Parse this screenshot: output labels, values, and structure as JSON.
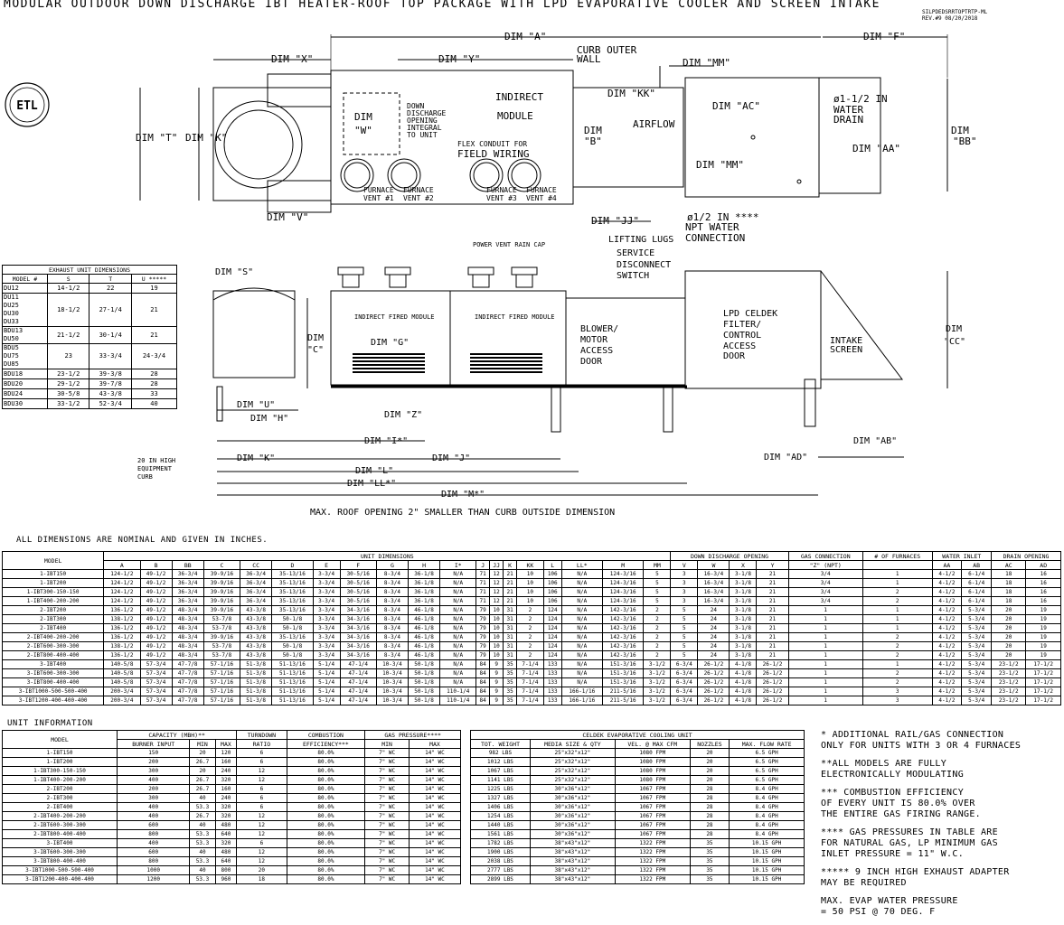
{
  "title": "MODULAR OUTDOOR DOWN DISCHARGE IBT HEATER-ROOF TOP PACKAGE WITH LPD EVAPORATIVE COOLER AND SCREEN INTAKE",
  "rev": {
    "code": "SILPDEDSRRTOPTRTP-ML",
    "rev": "REV.#9  08/20/2018"
  },
  "logo_text": "ETL",
  "top_view": {
    "labels": [
      "DIM \"A\"",
      "DIM \"F\"",
      "DIM \"X\"",
      "DIM \"Y\"",
      "CURB OUTER",
      "WALL",
      "DIM \"MM\"",
      "INDIRECT",
      "MODULE",
      "DIM \"KK\"",
      "DIM \"AC\"",
      "DOWN",
      "DISCHARGE",
      "OPENING",
      "INTEGRAL",
      "TO UNIT",
      "DIM",
      "\"W\"",
      "AIRFLOW",
      "DIM",
      "\"B\"",
      "ø1-1/2 IN",
      "WATER",
      "DRAIN",
      "DIM \"T\"",
      "DIM \"K\"",
      "FLEX CONDUIT FOR",
      "FIELD WIRING",
      "DIM \"AA\"",
      "DIM",
      "\"BB\"",
      "DIM \"MM\"",
      "FURNACE",
      "VENT #1",
      "FURNACE",
      "VENT #2",
      "FURNACE",
      "VENT #3",
      "FURNACE",
      "VENT #4",
      "DIM \"V\"",
      "DIM \"JJ\"",
      "ø1/2 IN ****",
      "NPT WATER",
      "CONNECTION"
    ]
  },
  "side_view": {
    "labels": [
      "POWER VENT RAIN CAP",
      "LIFTING LUGS",
      "SERVICE",
      "DISCONNECT",
      "SWITCH",
      "DIM \"S\"",
      "INDIRECT FIRED MODULE",
      "INDIRECT FIRED MODULE",
      "BLOWER/",
      "MOTOR",
      "ACCESS",
      "DOOR",
      "LPD CELDEK",
      "FILTER/",
      "CONTROL",
      "ACCESS",
      "DOOR",
      "INTAKE",
      "SCREEN",
      "DIM",
      "\"C\"",
      "DIM \"G\"",
      "DIM",
      "\"CC\"",
      "DIM \"U\"",
      "DIM \"H\"",
      "DIM \"Z\"",
      "DIM \"I*\"",
      "DIM \"AB\"",
      "20 IN HIGH",
      "EQUIPMENT",
      "CURB",
      "DIM \"K\"",
      "DIM \"J\"",
      "DIM \"AD\"",
      "DIM \"L\"",
      "DIM \"LL*\"",
      "DIM \"M*\""
    ],
    "note": "MAX. ROOF OPENING 2\" SMALLER THAN CURB OUTSIDE DIMENSION"
  },
  "exhaust_table": {
    "title": "EXHAUST UNIT DIMENSIONS",
    "headers": [
      "MODEL #",
      "S",
      "T",
      "U *****"
    ],
    "rows": [
      [
        "DU12",
        "14-1/2",
        "22",
        "19"
      ],
      [
        "DU11\nDU25\nDU30\nDU33",
        "18-1/2",
        "27-1/4",
        "21"
      ],
      [
        "BDU13\nDU50",
        "21-1/2",
        "30-1/4",
        "21"
      ],
      [
        "BDU5\nDU75\nDU85",
        "23",
        "33-3/4",
        "24-3/4"
      ],
      [
        "BDU18",
        "23-1/2",
        "39-3/8",
        "28"
      ],
      [
        "BDU20",
        "29-1/2",
        "39-7/8",
        "28"
      ],
      [
        "BDU24",
        "30-5/8",
        "43-3/8",
        "33"
      ],
      [
        "BDU30",
        "33-1/2",
        "52-3/4",
        "40"
      ]
    ]
  },
  "dims_heading": "ALL DIMENSIONS ARE NOMINAL AND GIVEN IN INCHES.",
  "dims_table": {
    "group_headers": [
      "UNIT DIMENSIONS",
      "DOWN DISCHARGE OPENING",
      "GAS CONNECTION",
      "# OF FURNACES",
      "WATER INLET",
      "DRAIN OPENING"
    ],
    "model_header": "MODEL",
    "columns": [
      "A",
      "B",
      "BB",
      "C",
      "CC",
      "D",
      "E",
      "F",
      "G",
      "H",
      "I*",
      "J",
      "JJ",
      "K",
      "KK",
      "L",
      "LL*",
      "M",
      "MM",
      "V",
      "W",
      "X",
      "Y",
      "\"Z\" (NPT)",
      "",
      "AA",
      "AB",
      "AC",
      "AD"
    ],
    "rows": [
      [
        "1-IBT150",
        "124-1/2",
        "49-1/2",
        "36-3/4",
        "39-9/16",
        "36-3/4",
        "35-13/16",
        "3-3/4",
        "30-5/16",
        "8-3/4",
        "36-1/8",
        "N/A",
        "71",
        "12",
        "21",
        "10",
        "106",
        "N/A",
        "124-3/16",
        "5",
        "3",
        "16-3/4",
        "3-1/8",
        "21",
        "3/4",
        "1",
        "4-1/2",
        "6-1/4",
        "18",
        "16"
      ],
      [
        "1-IBT200",
        "124-1/2",
        "49-1/2",
        "36-3/4",
        "39-9/16",
        "36-3/4",
        "35-13/16",
        "3-3/4",
        "30-5/16",
        "8-3/4",
        "36-1/8",
        "N/A",
        "71",
        "12",
        "21",
        "10",
        "106",
        "N/A",
        "124-3/16",
        "5",
        "3",
        "16-3/4",
        "3-1/8",
        "21",
        "3/4",
        "1",
        "4-1/2",
        "6-1/4",
        "18",
        "16"
      ],
      [
        "1-IBT300-150-150",
        "124-1/2",
        "49-1/2",
        "36-3/4",
        "39-9/16",
        "36-3/4",
        "35-13/16",
        "3-3/4",
        "30-5/16",
        "8-3/4",
        "36-1/8",
        "N/A",
        "71",
        "12",
        "21",
        "10",
        "106",
        "N/A",
        "124-3/16",
        "5",
        "3",
        "16-3/4",
        "3-1/8",
        "21",
        "3/4",
        "2",
        "4-1/2",
        "6-1/4",
        "18",
        "16"
      ],
      [
        "1-IBT400-200-200",
        "124-1/2",
        "49-1/2",
        "36-3/4",
        "39-9/16",
        "36-3/4",
        "35-13/16",
        "3-3/4",
        "30-5/16",
        "8-3/4",
        "36-1/8",
        "N/A",
        "71",
        "12",
        "21",
        "10",
        "106",
        "N/A",
        "124-3/16",
        "5",
        "3",
        "16-3/4",
        "3-1/8",
        "21",
        "3/4",
        "2",
        "4-1/2",
        "6-1/4",
        "18",
        "16"
      ],
      [
        "2-IBT200",
        "136-1/2",
        "49-1/2",
        "48-3/4",
        "39-9/16",
        "43-3/8",
        "35-13/16",
        "3-3/4",
        "34-3/16",
        "8-3/4",
        "46-1/8",
        "N/A",
        "79",
        "10",
        "31",
        "2",
        "124",
        "N/A",
        "142-3/16",
        "2",
        "5",
        "24",
        "3-1/8",
        "21",
        "1",
        "1",
        "4-1/2",
        "5-3/4",
        "20",
        "19"
      ],
      [
        "2-IBT300",
        "138-1/2",
        "49-1/2",
        "48-3/4",
        "53-7/8",
        "43-3/8",
        "50-1/8",
        "3-3/4",
        "34-3/16",
        "8-3/4",
        "46-1/8",
        "N/A",
        "79",
        "10",
        "31",
        "2",
        "124",
        "N/A",
        "142-3/16",
        "2",
        "5",
        "24",
        "3-1/8",
        "21",
        "1",
        "1",
        "4-1/2",
        "5-3/4",
        "20",
        "19"
      ],
      [
        "2-IBT400",
        "136-1/2",
        "49-1/2",
        "48-3/4",
        "53-7/8",
        "43-3/8",
        "50-1/8",
        "3-3/4",
        "34-3/16",
        "8-3/4",
        "46-1/8",
        "N/A",
        "79",
        "10",
        "31",
        "2",
        "124",
        "N/A",
        "142-3/16",
        "2",
        "5",
        "24",
        "3-1/8",
        "21",
        "1",
        "1",
        "4-1/2",
        "5-3/4",
        "20",
        "19"
      ],
      [
        "2-IBT400-200-200",
        "136-1/2",
        "49-1/2",
        "48-3/4",
        "39-9/16",
        "43-3/8",
        "35-13/16",
        "3-3/4",
        "34-3/16",
        "8-3/4",
        "46-1/8",
        "N/A",
        "79",
        "10",
        "31",
        "2",
        "124",
        "N/A",
        "142-3/16",
        "2",
        "5",
        "24",
        "3-1/8",
        "21",
        "1",
        "2",
        "4-1/2",
        "5-3/4",
        "20",
        "19"
      ],
      [
        "2-IBT600-300-300",
        "138-1/2",
        "49-1/2",
        "48-3/4",
        "53-7/8",
        "43-3/8",
        "50-1/8",
        "3-3/4",
        "34-3/16",
        "8-3/4",
        "46-1/8",
        "N/A",
        "79",
        "10",
        "31",
        "2",
        "124",
        "N/A",
        "142-3/16",
        "2",
        "5",
        "24",
        "3-1/8",
        "21",
        "1",
        "2",
        "4-1/2",
        "5-3/4",
        "20",
        "19"
      ],
      [
        "2-IBT800-400-400",
        "136-1/2",
        "49-1/2",
        "48-3/4",
        "53-7/8",
        "43-3/8",
        "50-1/8",
        "3-3/4",
        "34-3/16",
        "8-3/4",
        "46-1/8",
        "N/A",
        "79",
        "10",
        "31",
        "2",
        "124",
        "N/A",
        "142-3/16",
        "2",
        "5",
        "24",
        "3-1/8",
        "21",
        "1",
        "2",
        "4-1/2",
        "5-3/4",
        "20",
        "19"
      ],
      [
        "3-IBT400",
        "140-5/8",
        "57-3/4",
        "47-7/8",
        "57-1/16",
        "51-3/8",
        "51-13/16",
        "5-1/4",
        "47-1/4",
        "10-3/4",
        "50-1/8",
        "N/A",
        "84",
        "9",
        "35",
        "7-1/4",
        "133",
        "N/A",
        "151-3/16",
        "3-1/2",
        "6-3/4",
        "26-1/2",
        "4-1/8",
        "26-1/2",
        "1",
        "1",
        "4-1/2",
        "5-3/4",
        "23-1/2",
        "17-1/2"
      ],
      [
        "3-IBT600-300-300",
        "140-5/8",
        "57-3/4",
        "47-7/8",
        "57-1/16",
        "51-3/8",
        "51-13/16",
        "5-1/4",
        "47-1/4",
        "10-3/4",
        "50-1/8",
        "N/A",
        "84",
        "9",
        "35",
        "7-1/4",
        "133",
        "N/A",
        "151-3/16",
        "3-1/2",
        "6-3/4",
        "26-1/2",
        "4-1/8",
        "26-1/2",
        "1",
        "2",
        "4-1/2",
        "5-3/4",
        "23-1/2",
        "17-1/2"
      ],
      [
        "3-IBT800-400-400",
        "140-5/8",
        "57-3/4",
        "47-7/8",
        "57-1/16",
        "51-3/8",
        "51-13/16",
        "5-1/4",
        "47-1/4",
        "10-3/4",
        "50-1/8",
        "N/A",
        "84",
        "9",
        "35",
        "7-1/4",
        "133",
        "N/A",
        "151-3/16",
        "3-1/2",
        "6-3/4",
        "26-1/2",
        "4-1/8",
        "26-1/2",
        "1",
        "2",
        "4-1/2",
        "5-3/4",
        "23-1/2",
        "17-1/2"
      ],
      [
        "3-IBT1000-500-500-400",
        "200-3/4",
        "57-3/4",
        "47-7/8",
        "57-1/16",
        "51-3/8",
        "51-13/16",
        "5-1/4",
        "47-1/4",
        "10-3/4",
        "50-1/8",
        "110-1/4",
        "84",
        "9",
        "35",
        "7-1/4",
        "133",
        "166-1/16",
        "211-5/16",
        "3-1/2",
        "6-3/4",
        "26-1/2",
        "4-1/8",
        "26-1/2",
        "1",
        "3",
        "4-1/2",
        "5-3/4",
        "23-1/2",
        "17-1/2"
      ],
      [
        "3-IBT1200-400-400-400",
        "200-3/4",
        "57-3/4",
        "47-7/8",
        "57-1/16",
        "51-3/8",
        "51-13/16",
        "5-1/4",
        "47-1/4",
        "10-3/4",
        "50-1/8",
        "110-1/4",
        "84",
        "9",
        "35",
        "7-1/4",
        "133",
        "166-1/16",
        "211-5/16",
        "3-1/2",
        "6-3/4",
        "26-1/2",
        "4-1/8",
        "26-1/2",
        "1",
        "3",
        "4-1/2",
        "5-3/4",
        "23-1/2",
        "17-1/2"
      ]
    ]
  },
  "info_heading": "UNIT INFORMATION",
  "info_table": {
    "group_headers": [
      "MODEL",
      "CAPACITY (MBH)**",
      "TURNDOWN",
      "COMBUSTION",
      "GAS PRESSURE****"
    ],
    "sub_headers": [
      "BURNER INPUT",
      "MIN",
      "MAX",
      "RATIO",
      "EFFICIENCY***",
      "MIN",
      "MAX"
    ],
    "rows": [
      [
        "1-IBT150",
        "150",
        "20",
        "120",
        "6",
        "80.0%",
        "7\" WC",
        "14\" WC"
      ],
      [
        "1-IBT200",
        "200",
        "26.7",
        "160",
        "6",
        "80.0%",
        "7\" WC",
        "14\" WC"
      ],
      [
        "1-IBT300-150-150",
        "300",
        "20",
        "240",
        "12",
        "80.0%",
        "7\" WC",
        "14\" WC"
      ],
      [
        "1-IBT400-200-200",
        "400",
        "26.7",
        "320",
        "12",
        "80.0%",
        "7\" WC",
        "14\" WC"
      ],
      [
        "2-IBT200",
        "200",
        "26.7",
        "160",
        "6",
        "80.0%",
        "7\" WC",
        "14\" WC"
      ],
      [
        "2-IBT300",
        "300",
        "40",
        "240",
        "6",
        "80.0%",
        "7\" WC",
        "14\" WC"
      ],
      [
        "2-IBT400",
        "400",
        "53.3",
        "320",
        "6",
        "80.0%",
        "7\" WC",
        "14\" WC"
      ],
      [
        "2-IBT400-200-200",
        "400",
        "26.7",
        "320",
        "12",
        "80.0%",
        "7\" WC",
        "14\" WC"
      ],
      [
        "2-IBT600-300-300",
        "600",
        "40",
        "480",
        "12",
        "80.0%",
        "7\" WC",
        "14\" WC"
      ],
      [
        "2-IBT800-400-400",
        "800",
        "53.3",
        "640",
        "12",
        "80.0%",
        "7\" WC",
        "14\" WC"
      ],
      [
        "3-IBT400",
        "400",
        "53.3",
        "320",
        "6",
        "80.0%",
        "7\" WC",
        "14\" WC"
      ],
      [
        "3-IBT600-300-300",
        "600",
        "40",
        "480",
        "12",
        "80.0%",
        "7\" WC",
        "14\" WC"
      ],
      [
        "3-IBT800-400-400",
        "800",
        "53.3",
        "640",
        "12",
        "80.0%",
        "7\" WC",
        "14\" WC"
      ],
      [
        "3-IBT1000-500-500-400",
        "1000",
        "40",
        "800",
        "20",
        "80.0%",
        "7\" WC",
        "14\" WC"
      ],
      [
        "3-IBT1200-400-400-400",
        "1200",
        "53.3",
        "960",
        "18",
        "80.0%",
        "7\" WC",
        "14\" WC"
      ]
    ]
  },
  "celdek_table": {
    "title": "CELDEK EVAPORATIVE COOLING UNIT",
    "headers": [
      "TOT. WEIGHT",
      "MEDIA SIZE & QTY",
      "VEL. @ MAX CFM",
      "NOZZLES",
      "MAX. FLOW RATE"
    ],
    "rows": [
      [
        "982 LBS",
        "25\"x32\"x12\"",
        "1080 FPM",
        "20",
        "6.5 GPH"
      ],
      [
        "1012 LBS",
        "25\"x32\"x12\"",
        "1080 FPM",
        "20",
        "6.5 GPH"
      ],
      [
        "1067 LBS",
        "25\"x32\"x12\"",
        "1080 FPM",
        "20",
        "6.5 GPH"
      ],
      [
        "1141 LBS",
        "25\"x32\"x12\"",
        "1080 FPM",
        "20",
        "6.5 GPH"
      ],
      [
        "1225 LBS",
        "30\"x36\"x12\"",
        "1067 FPM",
        "28",
        "8.4 GPH"
      ],
      [
        "1327 LBS",
        "30\"x36\"x12\"",
        "1067 FPM",
        "28",
        "8.4 GPH"
      ],
      [
        "1406 LBS",
        "30\"x36\"x12\"",
        "1067 FPM",
        "28",
        "8.4 GPH"
      ],
      [
        "1254 LBS",
        "30\"x36\"x12\"",
        "1067 FPM",
        "28",
        "8.4 GPH"
      ],
      [
        "1440 LBS",
        "30\"x36\"x12\"",
        "1067 FPM",
        "28",
        "8.4 GPH"
      ],
      [
        "1561 LBS",
        "30\"x36\"x12\"",
        "1067 FPM",
        "28",
        "8.4 GPH"
      ],
      [
        "1782 LBS",
        "38\"x43\"x12\"",
        "1322 FPM",
        "35",
        "10.15 GPH"
      ],
      [
        "1900 LBS",
        "38\"x43\"x12\"",
        "1322 FPM",
        "35",
        "10.15 GPH"
      ],
      [
        "2038 LBS",
        "38\"x43\"x12\"",
        "1322 FPM",
        "35",
        "10.15 GPH"
      ],
      [
        "2777 LBS",
        "38\"x43\"x12\"",
        "1322 FPM",
        "35",
        "10.15 GPH"
      ],
      [
        "2899 LBS",
        "38\"x43\"x12\"",
        "1322 FPM",
        "35",
        "10.15 GPH"
      ]
    ]
  },
  "notes": [
    "* ADDITIONAL RAIL/GAS CONNECTION\nONLY FOR UNITS WITH 3 OR 4 FURNACES",
    "**ALL MODELS ARE FULLY\n ELECTRONICALLY MODULATING",
    "*** COMBUSTION EFFICIENCY\nOF EVERY UNIT IS 80.0% OVER\nTHE ENTIRE GAS FIRING RANGE.",
    "**** GAS PRESSURES IN TABLE ARE\nFOR NATURAL GAS,  LP MINIMUM GAS\nINLET PRESSURE = 11\" W.C.",
    "***** 9 INCH HIGH EXHAUST ADAPTER\nMAY BE REQUIRED",
    "MAX. EVAP WATER PRESSURE\n= 50 PSI @ 70 DEG. F"
  ]
}
